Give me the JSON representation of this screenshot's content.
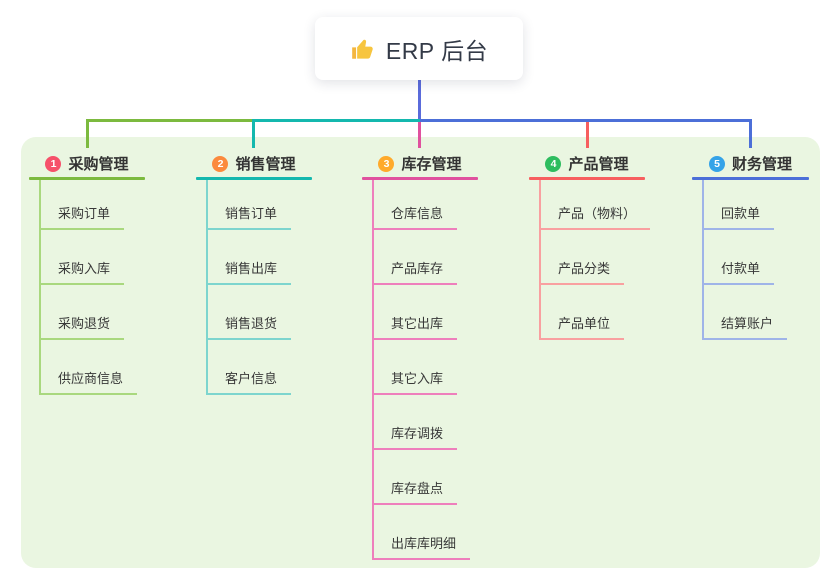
{
  "root": {
    "icon": "thumbs-up",
    "icon_char": "👍",
    "label": "ERP 后台"
  },
  "colors": {
    "canvas_bg": "#EAF6E1",
    "root_line": "#5A6BDB",
    "text_dark": "#333333"
  },
  "branches": [
    {
      "num": "1",
      "label": "采购管理",
      "badge_color": "#F6516A",
      "line_color": "#7CBA3F",
      "light_color": "#A9D87E",
      "children": [
        "采购订单",
        "采购入库",
        "采购退货",
        "供应商信息"
      ]
    },
    {
      "num": "2",
      "label": "销售管理",
      "badge_color": "#FB8A3D",
      "line_color": "#14B8AE",
      "light_color": "#7DD5CE",
      "children": [
        "销售订单",
        "销售出库",
        "销售退货",
        "客户信息"
      ]
    },
    {
      "num": "3",
      "label": "库存管理",
      "badge_color": "#FFAA2B",
      "line_color": "#E0519E",
      "light_color": "#EE7FBC",
      "children": [
        "仓库信息",
        "产品库存",
        "其它出库",
        "其它入库",
        "库存调拨",
        "库存盘点",
        "出库库明细"
      ]
    },
    {
      "num": "4",
      "label": "产品管理",
      "badge_color": "#2EBD5F",
      "line_color": "#F75F5F",
      "light_color": "#F9A0A0",
      "children": [
        "产品（物料）",
        "产品分类",
        "产品单位"
      ]
    },
    {
      "num": "5",
      "label": "财务管理",
      "badge_color": "#35A3E8",
      "line_color": "#4C6FD8",
      "light_color": "#9FB4E8",
      "children": [
        "回款单",
        "付款单",
        "结算账户"
      ]
    }
  ]
}
